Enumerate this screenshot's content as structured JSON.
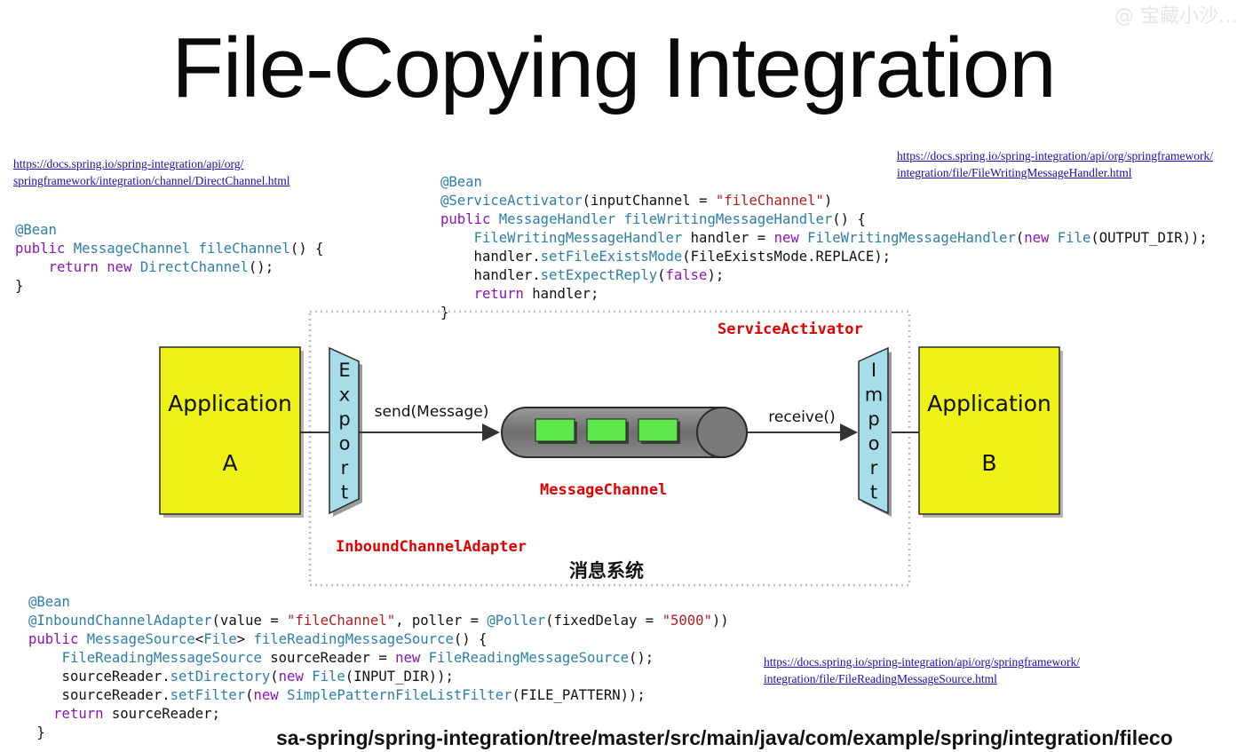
{
  "slide": {
    "title": "File-Copying Integration",
    "watermark": "@ 宝藏小沙…",
    "footer_path": "sa-spring/spring-integration/tree/master/src/main/java/com/example/spring/integration/fileco"
  },
  "links": {
    "direct_channel": {
      "line1": "https://docs.spring.io/spring-integration/api/org/",
      "line2": "springframework/integration/channel/DirectChannel.html"
    },
    "file_writing": {
      "line1": "https://docs.spring.io/spring-integration/api/org/springframework/",
      "line2": "integration/file/FileWritingMessageHandler.html"
    },
    "file_reading": {
      "line1": "https://docs.spring.io/spring-integration/api/org/springframework/",
      "line2": "integration/file/FileReadingMessageSource.html"
    }
  },
  "diagram": {
    "app_a": {
      "line1": "Application",
      "line2": "A"
    },
    "app_b": {
      "line1": "Application",
      "line2": "B"
    },
    "export_label": [
      "E",
      "x",
      "p",
      "o",
      "r",
      "t"
    ],
    "import_label": [
      "I",
      "m",
      "p",
      "o",
      "r",
      "t"
    ],
    "send_label": "send(Message)",
    "receive_label": "receive()",
    "service_activator": "ServiceActivator",
    "message_channel": "MessageChannel",
    "inbound_adapter": "InboundChannelAdapter",
    "messaging_system": "消息系统",
    "colors": {
      "app_fill": "#eef216",
      "adapter_fill": "#a6dde8",
      "channel_fill": "#7d7d7d",
      "message_fill": "#5ee74a",
      "annotation_red": "#e00000"
    }
  }
}
